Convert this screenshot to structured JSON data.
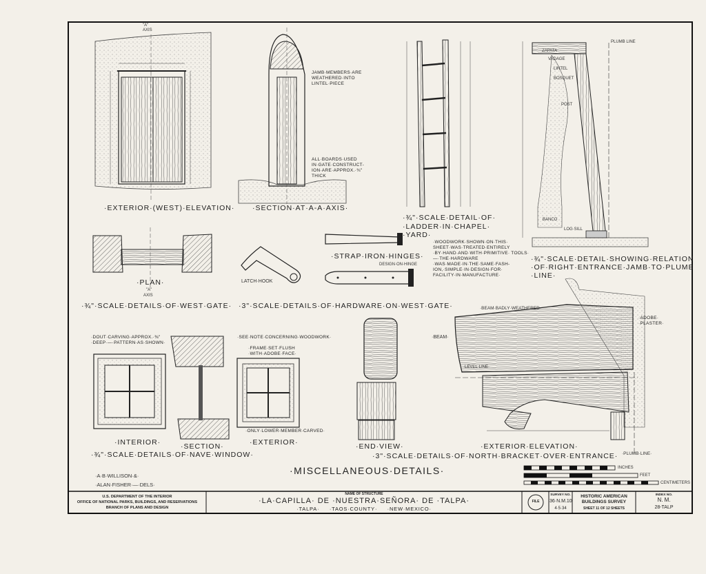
{
  "drawings": {
    "west_elevation": {
      "caption": "·EXTERIOR·(WEST)·ELEVATION·",
      "axis": "\"A\"",
      "axis2": "AXIS"
    },
    "section_a": {
      "caption": "·SECTION·AT·A‑A·AXIS·",
      "note1": "JAMB·MEMBERS·ARE WEATHERED·INTO LINTEL·PIECE",
      "note2": "ALL·BOARDS·USED IN·GATE·CONSTRUCT- ION·ARE·APPROX.·¾\" THICK"
    },
    "ladder": {
      "caption1": "·¾\"·SCALE·DETAIL·of·",
      "caption2": "·LADDER·IN·CHAPEL·",
      "caption3": "·YARD·"
    },
    "jamb": {
      "caption1": "·¾\"·SCALE·DETAIL·SHOWING·RELATION",
      "caption2": "·of·RIGHT·ENTRANCE·JAMB·TO·PLUMB",
      "caption3": "·LINE·",
      "labels": {
        "zapata": "ZAPATA",
        "vadage": "VADAGE",
        "lintel": "LINTEL",
        "bosquet": "BOSQUET",
        "post": "POST",
        "banco": "BANCO",
        "log_sill": "LOG·SILL",
        "plumb_line": "PLUMB LINE"
      }
    },
    "plan": {
      "label": "·PLAN·",
      "axis": "\"A\"",
      "axis2": "AXIS",
      "caption": "·¾\"·SCALE·DETAILS·of·WEST·GATE·"
    },
    "hardware": {
      "latch": "LATCH·HOOK",
      "hinges": "·STRAP·IRON·HINGES·",
      "design": "DESIGN·ON·HINGE",
      "caption": "·3\"·SCALE·DETAILS·of·HARDWARE·ON·WEST·GATE·",
      "note": "·WOODWORK·SHOWN·ON·THIS· SHEET·WAS·TREATED·ENTIRELY ·BY·HAND·AND·WITH·PRIMITIVE· TOOLS·—·THE·HARDWARE ·WAS·MADE·IN·THE·SAME·FASH- ION,·SIMPLE·IN·DESIGN·FOR· FACILITY·IN·MANUFACTURE·"
    },
    "nave_window": {
      "note1": "·DOUT·CARVING·APPROX.·⅜\" ·DEEP·—·PATTERN·AS·SHOWN·",
      "note2": "·SEE·NOTE·CONCERNING·WOODWORK·",
      "note3": "·FRAME·SET·FLUSH ·WITH·ADOBE·FACE·",
      "note4": "·ONLY·LOWER·MEMBER·CARVED·",
      "interior": "·INTERIOR·",
      "section": "·SECTION·",
      "exterior": "·EXTERIOR·",
      "caption": "·¾\"·SCALE·DETAILS·of·NAVE·WINDOW·"
    },
    "bracket": {
      "end_view": "·END·VIEW·",
      "beam_note": "·BEAM·BADLY·WEATHERED·",
      "adobe": "·ADOBE· ·PLASTER·",
      "beam": "·BEAM·",
      "level_line": "·LEVEL·LINE·",
      "elevation": "·EXTERIOR·ELEVATION·",
      "plumb_line": "·PLUMB·LINE·",
      "caption": "·3\"·SCALE·DETAILS·of·NORTH·BRACKET·OVER·ENTRANCE·"
    }
  },
  "sheet_title": "·MISCELLANEOUS·DETAILS·",
  "delineators": {
    "line1": "·A·B·WILLISON·&·",
    "line2": "·ALAN·FISHER·—·DELS·"
  },
  "scale_bar": {
    "inches": "INCHES",
    "feet": "FEET",
    "centimeters": "CENTIMETERS"
  },
  "title_block": {
    "agency1": "U.S. DEPARTMENT OF THE INTERIOR",
    "agency2": "OFFICE OF NATIONAL PARKS, BUILDINGS, AND RESERVATIONS",
    "agency3": "BRANCH OF PLANS AND DESIGN",
    "name_label": "NAME OF STRUCTURE",
    "structure_name": "·LA·CAPILLA· DE ·NUESTRA·SEÑORA· DE ·TALPA·",
    "location": "·TALPA·     ·TAOS·COUNTY·     ·NEW·MEXICO·",
    "file_label": "FILE",
    "survey_label": "SURVEY NO.",
    "survey_no": "36·N.M.10",
    "date": "4·5·34",
    "habs1": "HISTORIC AMERICAN",
    "habs2": "BUILDINGS SURVEY",
    "sheet": "SHEET 11 OF 12 SHEETS",
    "index_label": "INDEX NO.",
    "index1": "N. M.",
    "index2": "28-TALP"
  }
}
